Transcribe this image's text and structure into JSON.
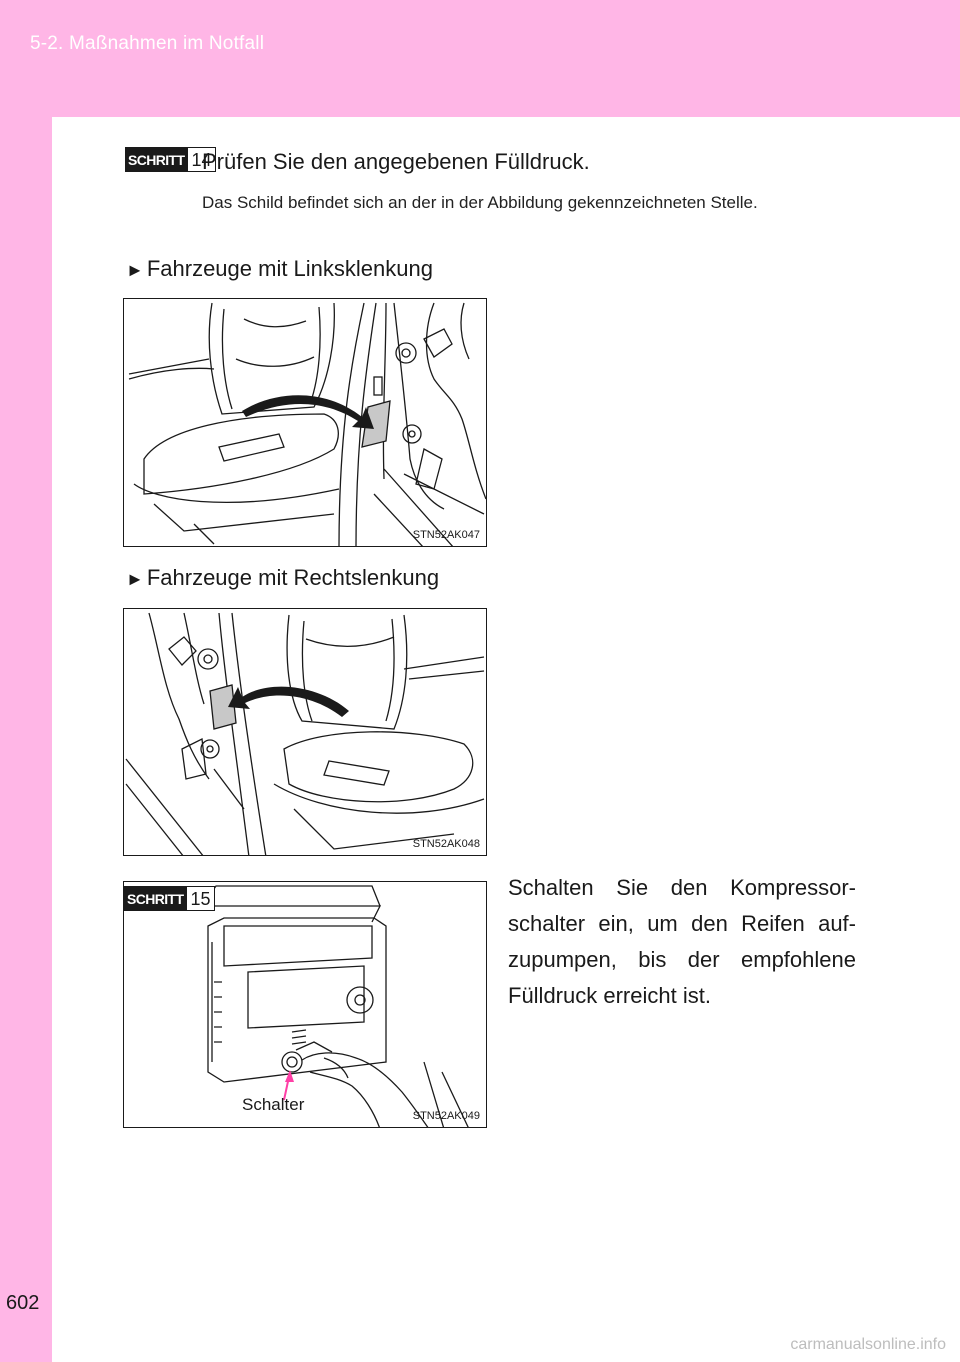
{
  "header": {
    "section": "5-2. Maßnahmen im Notfall"
  },
  "page_number": "602",
  "step14": {
    "badge_word": "SCHRITT",
    "badge_num": "14",
    "text": "Prüfen Sie den angegebenen Fülldruck.",
    "note": "Das Schild befindet sich an der in der Abbildung gekennzeichneten Stelle."
  },
  "bullet_left": "Fahrzeuge mit Linksklenkung",
  "bullet_right": "Fahrzeuge mit Rechtslenkung",
  "figure_left_code": "STN52AK047",
  "figure_right_code": "STN52AK048",
  "step15": {
    "badge_word": "SCHRITT",
    "badge_num": "15",
    "text": "Schalten Sie den Kompressor-schalter ein, um den Reifen auf-zupumpen, bis der empfohlene Fülldruck erreicht ist.",
    "figure_label": "Schalter",
    "figure_code": "STN52AK049"
  },
  "watermark": "carmanualsonline.info",
  "colors": {
    "band": "#ffb6e6",
    "callout": "#ff3fa6"
  }
}
